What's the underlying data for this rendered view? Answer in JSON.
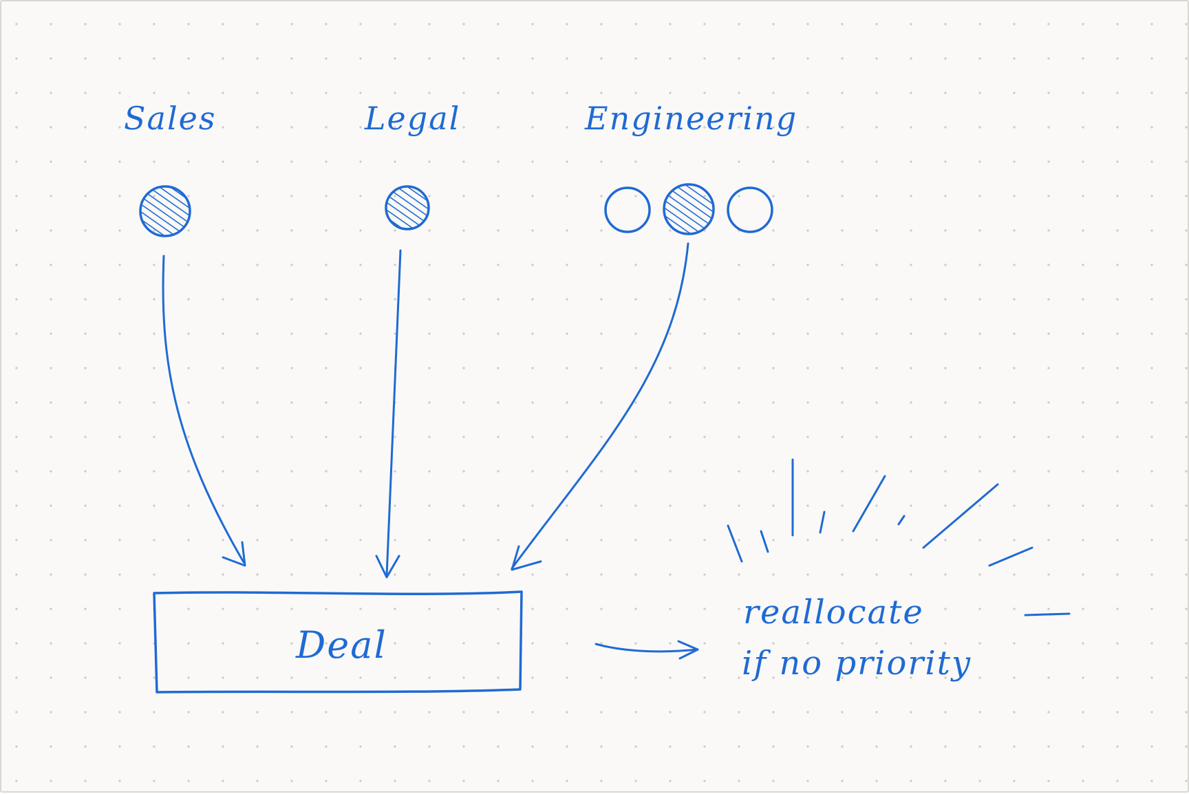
{
  "colors": {
    "ink": "#1f6ad4",
    "paper": "#faf9f7",
    "dots": "#cfcdca"
  },
  "teams": [
    {
      "label": "Sales"
    },
    {
      "label": "Legal"
    },
    {
      "label": "Engineering"
    }
  ],
  "deal": {
    "label": "Deal"
  },
  "note": {
    "line1": "reallocate",
    "line2": "if no priority"
  }
}
